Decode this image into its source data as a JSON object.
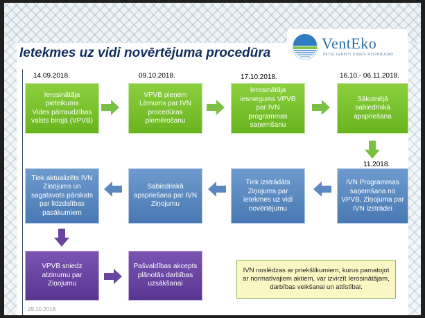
{
  "slide": {
    "title": "Ietekmes uz vidi novērtējuma procedūra",
    "footer_date": "29.10.2018"
  },
  "logo": {
    "name": "VentEko",
    "tagline": "INTELIĢENTI VIDES RISINĀJUMI",
    "colors": {
      "primary": "#2a6fa6",
      "accent": "#7ac143"
    }
  },
  "dates": {
    "d1": "14.09.2018.",
    "d2": "09.10.2018.",
    "d3": "17.10.2018.",
    "d4": "16.10.- 06.11.2018.",
    "d5": "11.2018."
  },
  "steps": {
    "s1": {
      "lines": [
        "Ierosinātāja",
        "pieteikums",
        "Vides pārraudzības",
        "valsts birojā (VPVB)"
      ]
    },
    "s2": {
      "lines": [
        "VPVB pieņem",
        "Lēmums par IVN",
        "procedūras",
        "piemērošanu"
      ]
    },
    "s3": {
      "lines": [
        "Ierosinātāja",
        "iesniegums VPVB",
        "par IVN",
        "programmas",
        "saņemšanu"
      ]
    },
    "s4": {
      "lines": [
        "Sākotnējā",
        "sabiedriskā",
        "apspriešana"
      ]
    },
    "s5": {
      "lines": [
        "IVN Programmas",
        "saņemšana no",
        "VPVB, Ziņojuma par",
        "IVN izstrādei"
      ]
    },
    "s6": {
      "lines": [
        "Tiek izstrādāts",
        "Ziņojums par",
        "ietekmes uz vidi",
        "novērtējumu"
      ]
    },
    "s7": {
      "lines": [
        "Sabiedriskā",
        "apspriešana par IVN",
        "Ziņojumu"
      ]
    },
    "s8": {
      "lines": [
        "Tiek aktualizēts IVN",
        "Ziņojums un",
        "sagatavots pārskats",
        "par līdzdalības",
        "pasākumiem"
      ]
    },
    "s9": {
      "lines": [
        "VPVB sniedz",
        "atzinumu par",
        "Ziņojumu"
      ]
    },
    "s10": {
      "lines": [
        "Pašvaldības akcepts",
        "plānotās darbības",
        "uzsākšanai"
      ]
    }
  },
  "note": {
    "lines": [
      "IVN noslēdzas ar priekšlikumiem, kurus",
      "pamatojot ar normatīvajiem aktiem, var izvirzīt",
      "Ierosinātājam, darbības veikšanai un attīstībai."
    ]
  },
  "colors": {
    "green": "#7ac143",
    "blue": "#5b88c0",
    "purple": "#6a45a0",
    "title": "#0f2d5c",
    "note_bg": "#fbf7c4"
  }
}
